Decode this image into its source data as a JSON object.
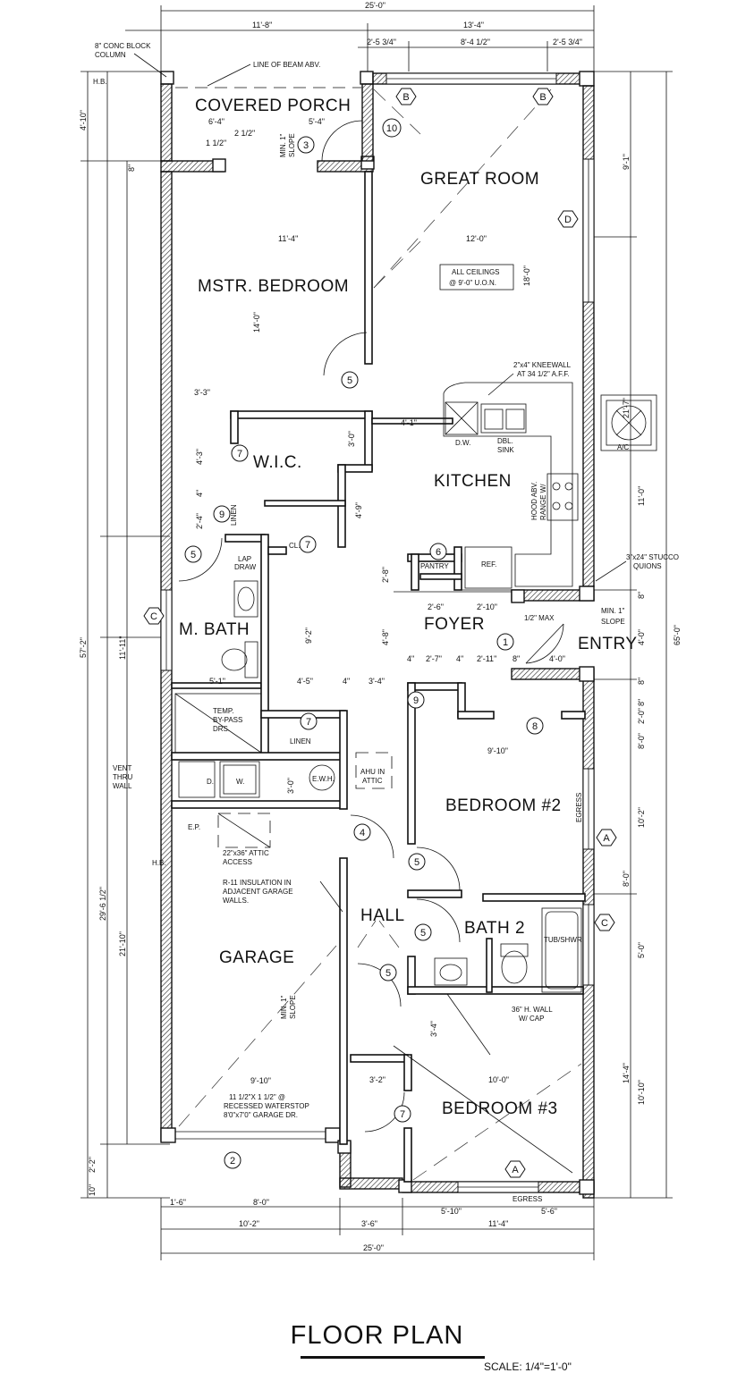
{
  "title": "FLOOR PLAN",
  "scale": "SCALE: 1/4\"=1'-0\"",
  "colors": {
    "ink": "#111111",
    "paper": "#ffffff"
  },
  "rooms": {
    "covered_porch": "COVERED PORCH",
    "great_room": "GREAT ROOM",
    "master_bedroom": "MSTR. BEDROOM",
    "wic": "W.I.C.",
    "kitchen": "KITCHEN",
    "master_bath": "M. BATH",
    "foyer": "FOYER",
    "entry": "ENTRY",
    "bedroom2": "BEDROOM #2",
    "garage": "GARAGE",
    "hall": "HALL",
    "bath2": "BATH 2",
    "bedroom3": "BEDROOM #3"
  },
  "notes": {
    "conc_block_1": "8\" CONC BLOCK",
    "conc_block_2": "COLUMN",
    "beam": "LINE OF BEAM ABV.",
    "all_ceilings_1": "ALL CEILINGS",
    "all_ceilings_2": "@ 9'-0\" U.O.N.",
    "kneewall_1": "2\"x4\" KNEEWALL",
    "kneewall_2": "AT 34 1/2\" A.F.F.",
    "dw": "D.W.",
    "dbl_sink_1": "DBL.",
    "dbl_sink_2": "SINK",
    "hood": "HOOD ABV.",
    "range": "RANGE W/",
    "stucco_1": "3\"x24\" STUCCO",
    "stucco_2": "QUIONS",
    "pantry": "PANTRY",
    "ref": "REF.",
    "lap_draw_1": "LAP",
    "lap_draw_2": "DRAW",
    "linen_1": "LINEN",
    "linen_2": "LINEN",
    "cl": "CL.",
    "min_slope_porch_1": "MIN. 1\"",
    "min_slope_porch_2": "SLOPE",
    "min_slope_entry_1": "MIN. 1\"",
    "min_slope_entry_2": "SLOPE",
    "half_max": "1/2\" MAX",
    "temp_1": "TEMP.",
    "temp_2": "BY-PASS",
    "temp_3": "DRS.",
    "vent_1": "VENT",
    "vent_2": "THRU",
    "vent_3": "WALL",
    "washer": "W.",
    "dryer": "D.",
    "ewh": "E.W.H.",
    "ahu_1": "AHU IN",
    "ahu_2": "ATTIC",
    "ep": "E.P.",
    "hb_1": "H.B.",
    "hb_2": "H.B.",
    "attic_1": "22\"x36\" ATTIC",
    "attic_2": "ACCESS",
    "r11_1": "R-11 INSULATION IN",
    "r11_2": "ADJACENT GARAGE",
    "r11_3": "WALLS.",
    "min_slope_garage_1": "MIN. 1\"",
    "min_slope_garage_2": "SLOPE",
    "waterstop_1": "11 1/2\"X 1 1/2\" @",
    "waterstop_2": "RECESSED WATERSTOP",
    "waterstop_3": "8'0\"x7'0\" GARAGE DR.",
    "tub": "TUB/SHWR",
    "half_wall_1": "36\" H. WALL",
    "half_wall_2": "W/ CAP",
    "egress_1": "EGRESS",
    "egress_2": "EGRESS",
    "ac": "A/C"
  },
  "tags": {
    "d1": "1",
    "d2": "2",
    "d3": "3",
    "d4": "4",
    "d5a": "5",
    "d5b": "5",
    "d5c": "5",
    "d5d": "5",
    "d5e": "5",
    "d6": "6",
    "d7a": "7",
    "d7b": "7",
    "d7c": "7",
    "d7d": "7",
    "d8": "8",
    "d9a": "9",
    "d9b": "9",
    "d10": "10",
    "wA1": "A",
    "wA2": "A",
    "wB1": "B",
    "wB2": "B",
    "wC1": "C",
    "wC2": "C",
    "wD": "D"
  },
  "dims": {
    "top_total": "25'-0\"",
    "top_left": "11'-8\"",
    "top_right": "13'-4\"",
    "win_l": "2'-5 3/4\"",
    "win_c": "8'-4 1/2\"",
    "win_r": "2'-5 3/4\"",
    "porch_w": "6'-4\"",
    "porch_w2": "5'-4\"",
    "porch_a": "2 1/2\"",
    "porch_b": "1 1/2\"",
    "left_4_10": "4'-10\"",
    "left_8": "8\"",
    "left_57_2": "57'-2\"",
    "left_11_11": "11'-11\"",
    "left_29_6": "29'-6 1/2\"",
    "left_21_10": "21'-10\"",
    "left_2_2": "2'-2\"",
    "left_10": "10\"",
    "mb_w": "11'-4\"",
    "mb_d": "14'-0\"",
    "gr_w": "12'-0\"",
    "gr_d": "18'-0\"",
    "wic_w": "3'-3\"",
    "wic_d": "4'-3\"",
    "wic_3": "3'-0\"",
    "k_4_1": "4'-1\"",
    "k_4_9": "4'-9\"",
    "k_2_8": "2'-8\"",
    "lin_2_4": "2'-4\"",
    "lin_4": "4\"",
    "mbath_5_1": "5'-1\"",
    "hall_4_5": "4'-5\"",
    "hall_9_2": "9'-2\"",
    "f_2_6": "2'-6\"",
    "f_2_10": "2'-10\"",
    "f_4_8": "4'-8\"",
    "f_2_7": "2'-7\"",
    "f_2_11": "2'-11\"",
    "f_4a": "4\"",
    "f_4b": "4\"",
    "f_8": "8\"",
    "f_3_4": "3'-4\"",
    "f_4": "4\"",
    "e_4_0": "4'-0\"",
    "e_4_0b": "4'-0\"",
    "e_8": "8\"",
    "r_9_1": "9'-1\"",
    "r_21_7": "21'-7\"",
    "r_11_0": "11'-0\"",
    "r_65_0": "65'-0\"",
    "r_8a": "8\"",
    "r_2_0": "2'-0\"",
    "r_8b": "8\"",
    "r_8_0": "8'-0\"",
    "r_10_2": "10'-2\"",
    "r_8_0b": "8'-0\"",
    "r_5_0": "5'-0\"",
    "r_14_4": "14'-4\"",
    "r_10_10": "10'-10\"",
    "br2_w": "9'-10\"",
    "lau_3_0": "3'-0\"",
    "gar_w": "9'-10\"",
    "br3_w": "10'-0\"",
    "br3_3_2": "3'-2\"",
    "br3_3_4": "3'-4\"",
    "bot_1_6": "1'-6\"",
    "bot_8_0": "8'-0\"",
    "bot_10_2": "10'-2\"",
    "bot_3_6": "3'-6\"",
    "bot_11_4": "11'-4\"",
    "bot_5_10": "5'-10\"",
    "bot_5_6": "5'-6\"",
    "bot_total": "25'-0\""
  }
}
